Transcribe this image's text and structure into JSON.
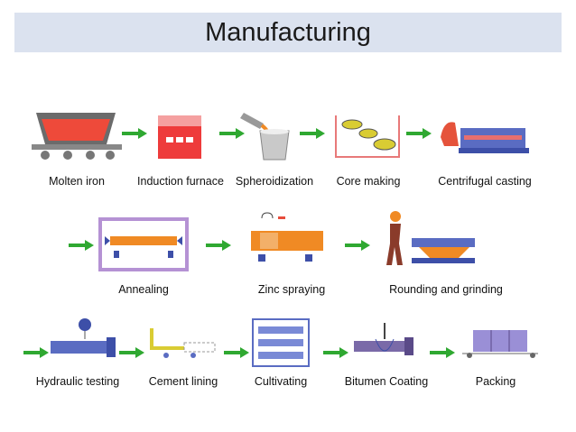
{
  "title": "Manufacturing",
  "steps": [
    {
      "label": "Molten iron",
      "icon": "ladle-icon"
    },
    {
      "label": "Induction furnace",
      "icon": "furnace-icon"
    },
    {
      "label": "Spheroidization",
      "icon": "pouring-icon"
    },
    {
      "label": "Core making",
      "icon": "cores-icon"
    },
    {
      "label": "Centrifugal casting",
      "icon": "casting-machine-icon"
    },
    {
      "label": "Annealing",
      "icon": "annealing-oven-icon"
    },
    {
      "label": "Zinc spraying",
      "icon": "zinc-spray-icon"
    },
    {
      "label": "Rounding and grinding",
      "icon": "grinding-icon"
    },
    {
      "label": "Hydraulic testing",
      "icon": "pressure-gauge-icon"
    },
    {
      "label": "Cement lining",
      "icon": "cement-lining-icon"
    },
    {
      "label": "Cultivating",
      "icon": "pipe-stack-icon"
    },
    {
      "label": "Bitumen Coating",
      "icon": "coating-icon"
    },
    {
      "label": "Packing",
      "icon": "bundle-icon"
    }
  ],
  "colors": {
    "arrow": "#2fa831",
    "title_bg": "#dbe2ef",
    "pipe": "#f08a24",
    "blue": "#3d4fa8"
  }
}
